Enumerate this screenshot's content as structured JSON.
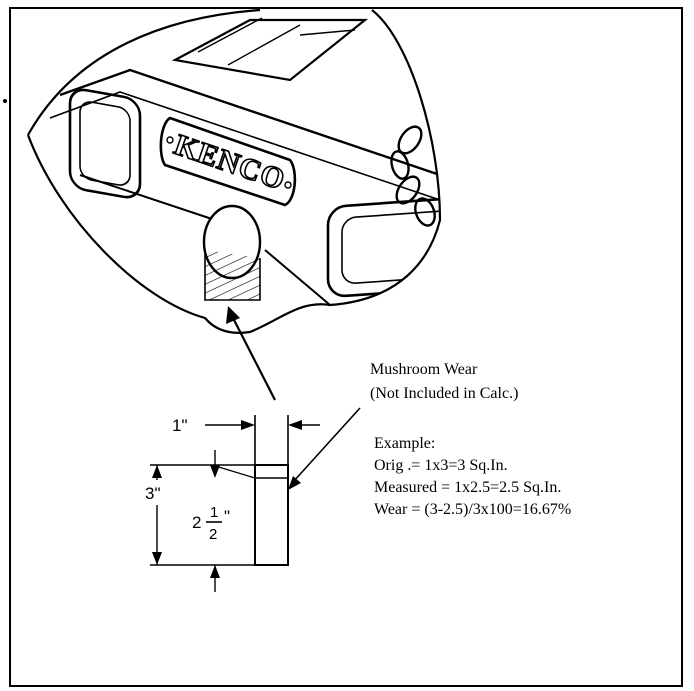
{
  "brand_plate": "KENCO",
  "labels": {
    "width": "1\"",
    "height": "3\"",
    "measured_whole": "2",
    "measured_num": "1",
    "measured_den": "2",
    "measured_unit": "\""
  },
  "notes": {
    "mushroom_title": "Mushroom Wear",
    "mushroom_sub": "(Not Included in Calc.)",
    "example_title": "Example:",
    "line_orig": "Orig .= 1x3=3 Sq.In.",
    "line_measured": "Measured  = 1x2.5=2.5 Sq.In.",
    "line_wear": "Wear  =  (3-2.5)/3x100=16.67%"
  }
}
